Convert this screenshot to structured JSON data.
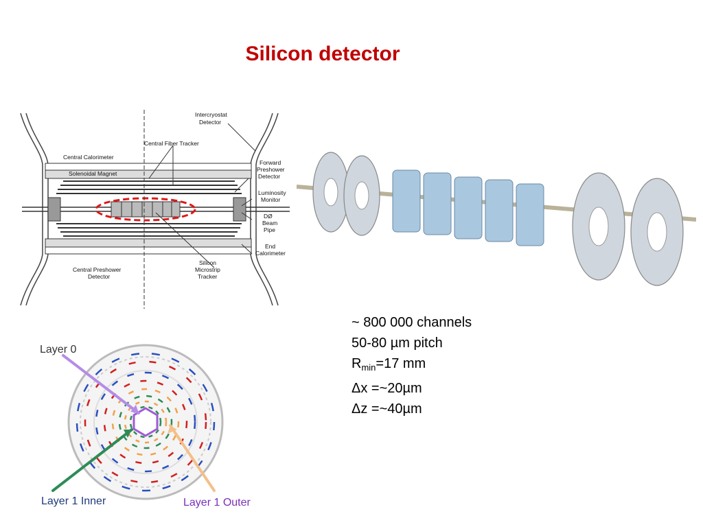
{
  "title": "Silicon detector",
  "detector_labels": {
    "intercryostat": [
      "Intercryostat",
      "Detector"
    ],
    "central_calorimeter": "Central Calorimeter",
    "central_fiber_tracker": "Central Fiber Tracker",
    "solenoidal_magnet": "Solenoidal Magnet",
    "forward_preshower": [
      "Forward",
      "Preshower",
      "Detector"
    ],
    "luminosity_monitor": [
      "Luminosity",
      "Monitor"
    ],
    "d0_beam_pipe": [
      "DØ",
      "Beam",
      "Pipe"
    ],
    "end_calorimeter": [
      "End",
      "Calorimeter"
    ],
    "central_preshower": [
      "Central Preshower",
      "Detector"
    ],
    "silicon_tracker": [
      "Silicon",
      "Microstrip",
      "Tracker"
    ]
  },
  "layer_labels": {
    "layer0": "Layer 0",
    "layer1_inner": "Layer 1 Inner",
    "layer1_outer": "Layer 1 Outer"
  },
  "specs": {
    "channels": "~ 800 000 channels",
    "pitch": "50-80 µm pitch",
    "rmin_prefix": "R",
    "rmin_sub": "min",
    "rmin_value": "=17 mm",
    "dx": "Δx =~20µm",
    "dz": "Δz =~40µm"
  },
  "colors": {
    "title": "#c00000",
    "highlight": "#e01818",
    "layer0": "#b58ce8",
    "layer1_inner": "#2e8b57",
    "layer1_outer": "#f3c08a"
  }
}
